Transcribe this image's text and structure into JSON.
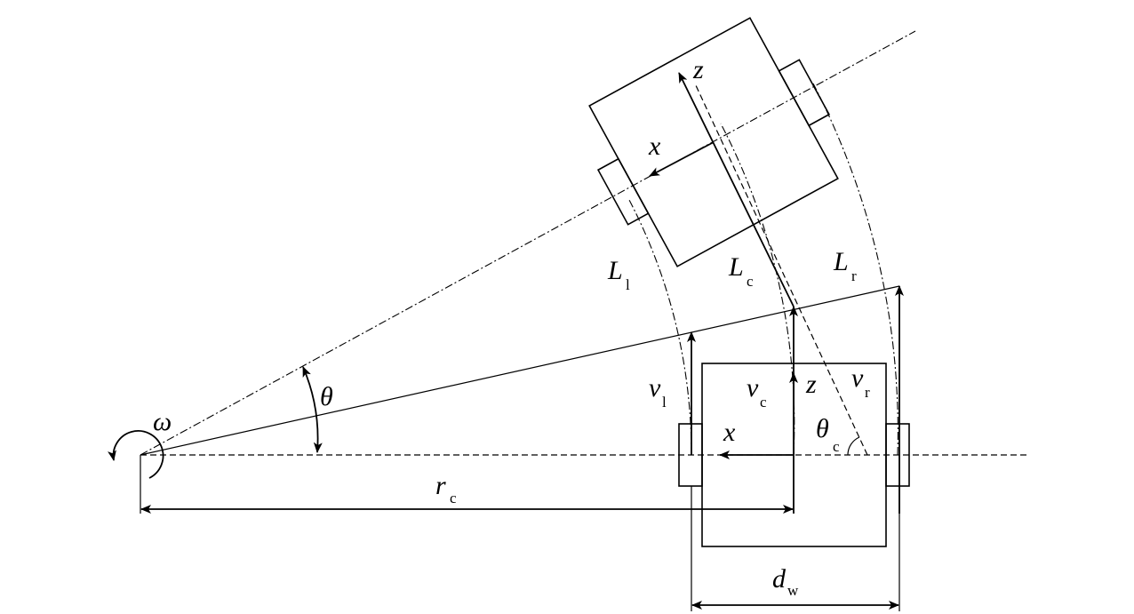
{
  "labels": {
    "omega": "ω",
    "theta": "θ",
    "r": "r",
    "r_sub": "c",
    "L_l": "L",
    "L_l_sub": "l",
    "L_c": "L",
    "L_c_sub": "c",
    "L_r": "L",
    "L_r_sub": "r",
    "v_l": "v",
    "v_l_sub": "l",
    "v_c": "v",
    "v_c_sub": "c",
    "v_r": "v",
    "v_r_sub": "r",
    "z_bottom": "z",
    "x_bottom": "x",
    "theta_c": "θ",
    "theta_c_sub": "c",
    "z_top": "z",
    "x_top": "x",
    "d": "d",
    "d_sub": "w"
  }
}
